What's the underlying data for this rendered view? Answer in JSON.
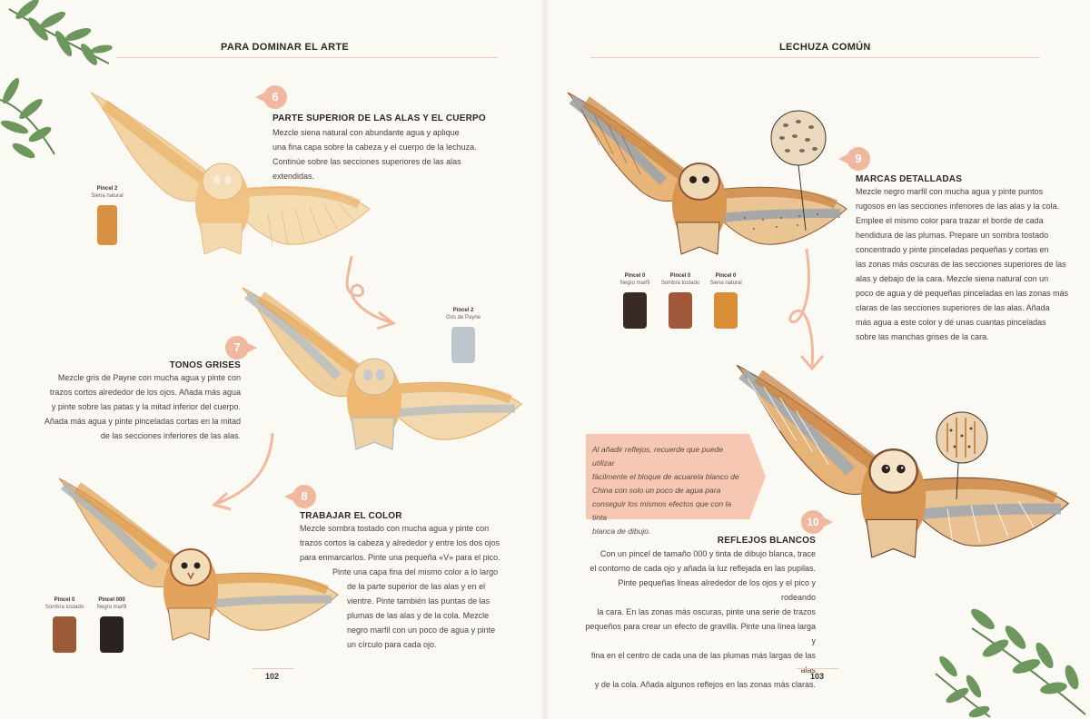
{
  "header": {
    "left": "PARA DOMINAR EL ARTE",
    "right": "LECHUZA COMÚN"
  },
  "pages": {
    "left_number": "102",
    "right_number": "103"
  },
  "steps": [
    {
      "number": "6",
      "title": "PARTE SUPERIOR DE LAS ALAS Y EL CUERPO",
      "lines": [
        "Mezcle siena natural con abundante agua y aplique",
        "una fina capa sobre la cabeza y el cuerpo de la lechuza.",
        "Continúe sobre las secciones superiores de las alas",
        "extendidas."
      ]
    },
    {
      "number": "7",
      "title": "TONOS GRISES",
      "lines": [
        "Mezcle gris de Payne con mucha agua y pinte con",
        "trazos cortos alrededor de los ojos. Añada más agua",
        "y pinte sobre las patas y la mitad inferior del cuerpo.",
        "Añada más agua y pinte pinceladas cortas en la mitad",
        "de las secciones inferiores de las alas."
      ]
    },
    {
      "number": "8",
      "title": "TRABAJAR EL COLOR",
      "lines": [
        "Mezcle sombra tostado con mucha agua y pinte con",
        "trazos cortos la cabeza y alrededor y entre los dos ojos",
        "para enmarcarlos. Pinte una pequeña «V» para el pico.",
        "Pinte una capa fina del mismo color a lo largo",
        "de la parte superior de las alas y en el",
        "vientre. Pinte también las puntas de las",
        "plumas de las alas y de la cola. Mezcle",
        "negro marfil con un poco de agua y pinte",
        "un círculo para cada ojo."
      ]
    },
    {
      "number": "9",
      "title": "MARCAS DETALLADAS",
      "lines": [
        "Mezcle negro marfil con mucha agua y pinte puntos",
        "rugosos en las secciones inferiores de las alas y la cola.",
        "Emplee el mismo color para trazar el borde de cada",
        "hendidura de las plumas. Prepare un sombra tostado",
        "concentrado y pinte pinceladas pequeñas y cortas en",
        "las zonas más oscuras de las secciones superiores de las",
        "alas y debajo de la cara. Mezcle siena natural con un",
        "poco de agua y dé pequeñas pinceladas en las zonas más",
        "claras de las secciones superiores de las alas. Añada",
        "más agua a este color y dé unas cuantas pinceladas",
        "sobre las manchas grises de la cara."
      ]
    },
    {
      "number": "10",
      "title": "REFLEJOS BLANCOS",
      "lines": [
        "Con un pincel de tamaño 000 y tinta de dibujo blanca, trace",
        "el contorno de cada ojo y añada la luz reflejada en las pupilas.",
        "Pinte pequeñas líneas alrededor de los ojos y el pico y rodeando",
        "la cara. En las zonas más oscuras, pinte una serie de trazos",
        "pequeños para crear un efecto de gravilla. Pinte una línea larga y",
        "fina en el centro de cada una de las plumas más largas de las alas",
        "y de la cola. Añada algunos reflejos en las zonas más claras."
      ]
    }
  ],
  "callout": {
    "lines": [
      "Al añadir reflejos, recuerde que puede utilizar",
      "fácilmente el bloque de acuarela blanco de",
      "China con solo un poco de agua para",
      "conseguir los mismos efectos que con la tinta",
      "blanca de dibujo."
    ]
  },
  "swatches": {
    "s6": [
      {
        "brush": "Pincel 2",
        "color_name": "Siena natural",
        "hex": "#d8913e"
      }
    ],
    "s7": [
      {
        "brush": "Pincel 2",
        "color_name": "Gris de Payne",
        "hex": "#bcc6cc"
      }
    ],
    "s8": [
      {
        "brush": "Pincel 0",
        "color_name": "Sombra tostado",
        "hex": "#9a5a36"
      },
      {
        "brush": "Pincel 000",
        "color_name": "Negro marfil",
        "hex": "#2a2220"
      }
    ],
    "s9": [
      {
        "brush": "Pincel 0",
        "color_name": "Negro marfil",
        "hex": "#3a2a26"
      },
      {
        "brush": "Pincel 0",
        "color_name": "Sombra tostado",
        "hex": "#a0583a"
      },
      {
        "brush": "Pincel 0",
        "color_name": "Siena natural",
        "hex": "#d98d34"
      }
    ]
  },
  "colors": {
    "accent": "#f0b99f",
    "wing_light": "#f3d7ad",
    "wing_orange": "#e7a960",
    "wing_gray": "#b5bcc0"
  },
  "icons": [
    "leaf-sprig-icon",
    "curved-arrow-icon",
    "magnifier-circle-icon"
  ]
}
